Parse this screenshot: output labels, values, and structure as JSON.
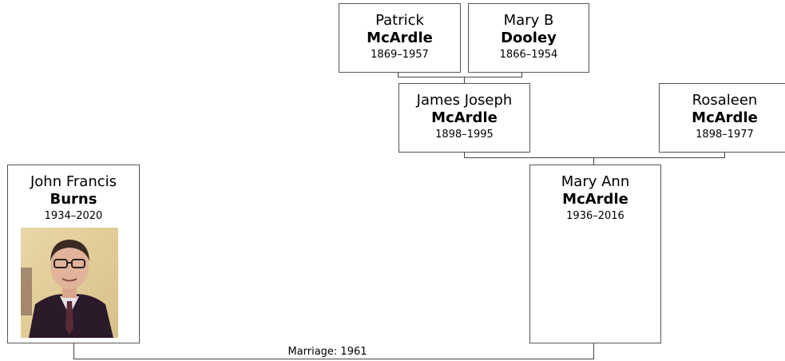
{
  "people": {
    "patrick": {
      "given": "Patrick",
      "surname": "McArdle",
      "dates": "1869–1957"
    },
    "mary_b": {
      "given": "Mary B",
      "surname": "Dooley",
      "dates": "1866–1954"
    },
    "james": {
      "given": "James Joseph",
      "surname": "McArdle",
      "dates": "1898–1995"
    },
    "rosaleen": {
      "given": "Rosaleen",
      "surname": "McArdle",
      "dates": "1898–1977"
    },
    "john": {
      "given": "John Francis",
      "surname": "Burns",
      "dates": "1934–2020"
    },
    "mary_ann": {
      "given": "Mary Ann",
      "surname": "McArdle",
      "dates": "1936–2016"
    }
  },
  "marriage": {
    "label": "Marriage: 1961"
  },
  "colors": {
    "border": "#555555",
    "line": "#444444",
    "background": "#ffffff"
  }
}
